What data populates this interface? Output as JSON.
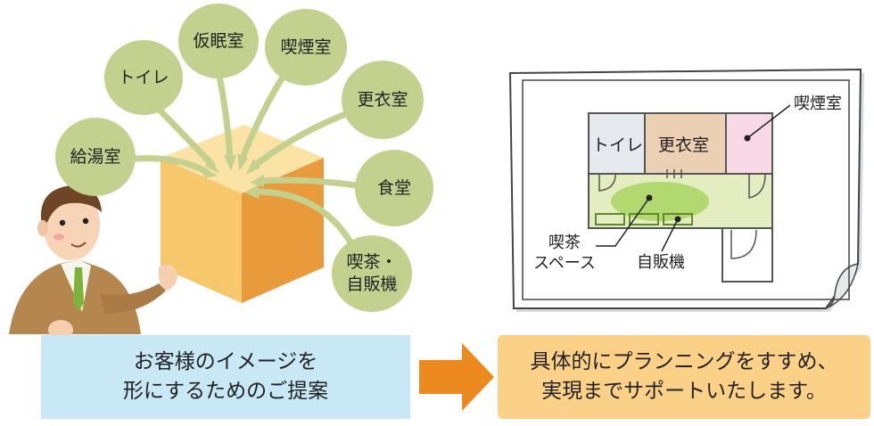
{
  "bubbles": {
    "tea": "給湯室",
    "toilet": "トイレ",
    "nap": "仮眠室",
    "smoking": "喫煙室",
    "locker": "更衣室",
    "dining": "食堂",
    "cafe_line1": "喫茶・",
    "cafe_line2": "自販機"
  },
  "captions": {
    "left_line1": "お客様のイメージを",
    "left_line2": "形にするためのご提案",
    "right_line1": "具体的にプランニングをすすめ、",
    "right_line2": "実現までサポートいたします。"
  },
  "floorplan": {
    "toilet": "トイレ",
    "locker": "更衣室",
    "smoking": "喫煙室",
    "cafe_line1": "喫茶",
    "cafe_line2": "スペース",
    "vending": "自販機"
  },
  "colors": {
    "bubble": "#c3d08e",
    "box_top": "#fbe3a6",
    "box_left": "#f6c36a",
    "box_right": "#e99a3b",
    "arrow": "#ec8a1f",
    "caption_left_bg": "#c8e8f6",
    "caption_right_bg": "#fbd188"
  }
}
